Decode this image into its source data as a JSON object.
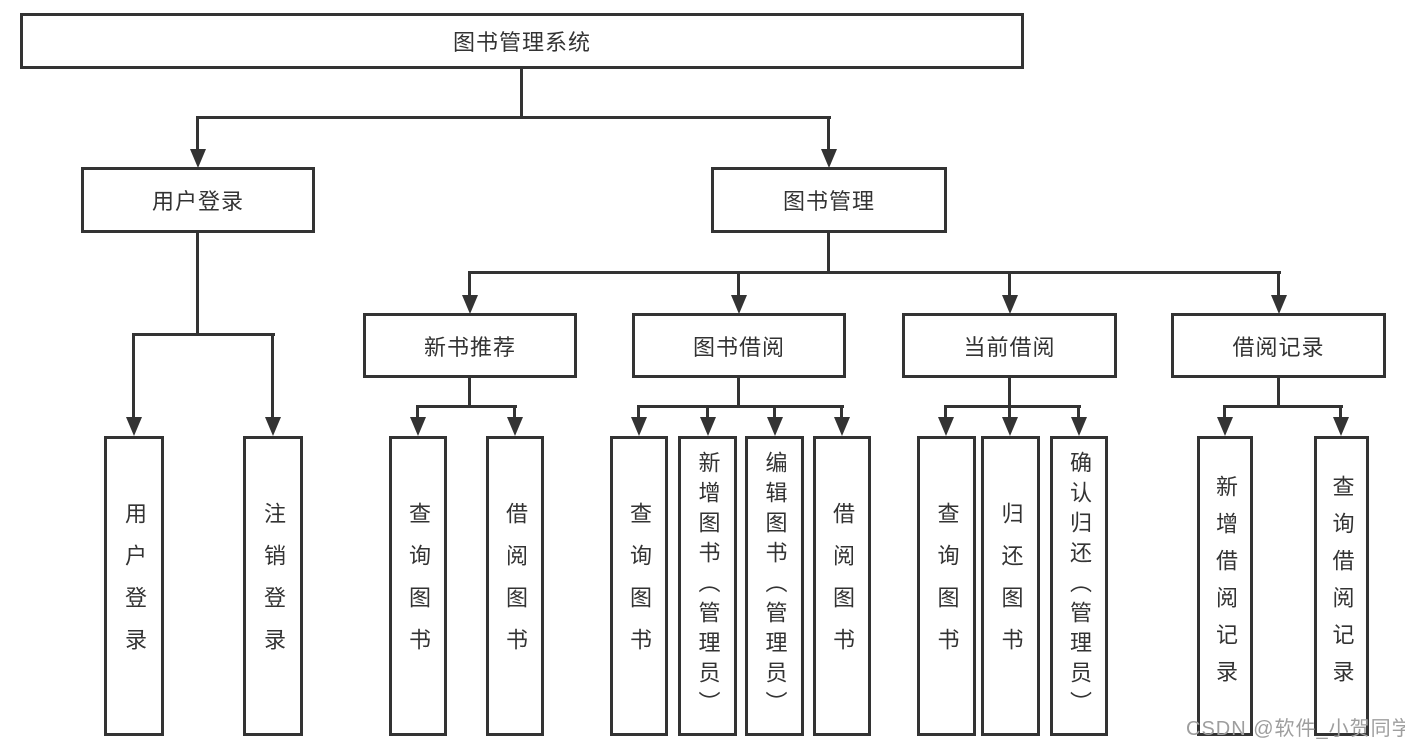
{
  "diagram": {
    "root": {
      "label": "图书管理系统"
    },
    "level2": [
      {
        "label": "用户登录"
      },
      {
        "label": "图书管理"
      }
    ],
    "level3": [
      {
        "label": "新书推荐",
        "parent": "图书管理"
      },
      {
        "label": "图书借阅",
        "parent": "图书管理"
      },
      {
        "label": "当前借阅",
        "parent": "图书管理"
      },
      {
        "label": "借阅记录",
        "parent": "图书管理"
      }
    ],
    "leaves": [
      {
        "label": "用户登录",
        "parent": "用户登录"
      },
      {
        "label": "注销登录",
        "parent": "用户登录"
      },
      {
        "label": "查询图书",
        "parent": "新书推荐"
      },
      {
        "label": "借阅图书",
        "parent": "新书推荐"
      },
      {
        "label": "查询图书",
        "parent": "图书借阅"
      },
      {
        "label": "新增图书（管理员）",
        "parent": "图书借阅"
      },
      {
        "label": "编辑图书（管理员）",
        "parent": "图书借阅"
      },
      {
        "label": "借阅图书",
        "parent": "图书借阅"
      },
      {
        "label": "查询图书",
        "parent": "当前借阅"
      },
      {
        "label": "归还图书",
        "parent": "当前借阅"
      },
      {
        "label": "确认归还（管理员）",
        "parent": "当前借阅"
      },
      {
        "label": "新增借阅记录",
        "parent": "借阅记录"
      },
      {
        "label": "查询借阅记录",
        "parent": "借阅记录"
      }
    ]
  },
  "watermark": {
    "text": "CSDN @软件_小贺同学"
  },
  "colors": {
    "line": "#333333",
    "text": "#333333",
    "box_background": "#ffffff",
    "watermark": "#9e9e9e",
    "background": "#ffffff"
  }
}
